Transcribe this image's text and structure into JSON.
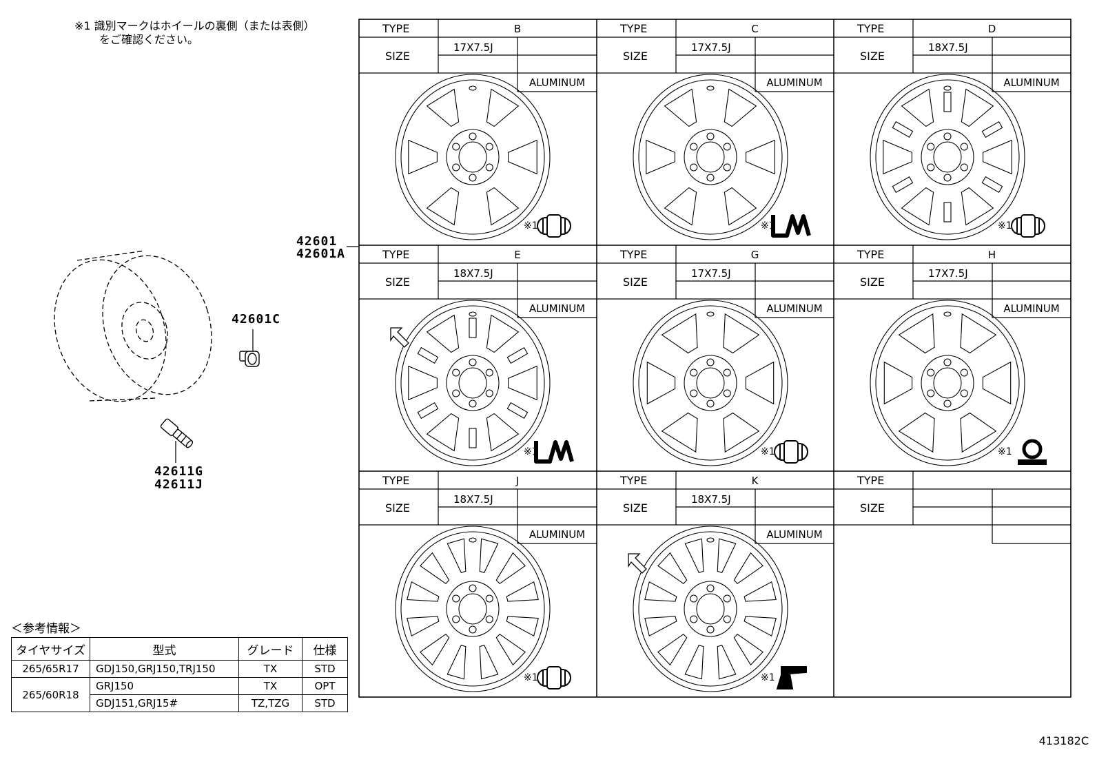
{
  "note": {
    "line1": "※1 識別マークはホイールの裏側（または表側）",
    "line2": "をご確認ください。"
  },
  "parts": {
    "wheel": "42601",
    "wheel_alt": "42601A",
    "nut": "42601C",
    "valve": "42611G",
    "valve_alt": "42611J"
  },
  "grid": {
    "type_label": "TYPE",
    "size_label": "SIZE",
    "mark_ref": "※1",
    "cells": [
      {
        "type": "B",
        "size": "17X7.5J",
        "material": "ALUMINUM",
        "design": "spoke6",
        "mark": "pill"
      },
      {
        "type": "C",
        "size": "17X7.5J",
        "material": "ALUMINUM",
        "design": "spoke6",
        "mark": "lm"
      },
      {
        "type": "D",
        "size": "18X7.5J",
        "material": "ALUMINUM",
        "design": "spoke6slot",
        "mark": "pill"
      },
      {
        "type": "E",
        "size": "18X7.5J",
        "material": "ALUMINUM",
        "design": "spoke6slot",
        "mark": "lm",
        "arrow": true
      },
      {
        "type": "G",
        "size": "17X7.5J",
        "material": "ALUMINUM",
        "design": "spoke6wide",
        "mark": "pill"
      },
      {
        "type": "H",
        "size": "17X7.5J",
        "material": "ALUMINUM",
        "design": "spoke6wide",
        "mark": "bump"
      },
      {
        "type": "J",
        "size": "18X7.5J",
        "material": "ALUMINUM",
        "design": "spoke12",
        "mark": "pill"
      },
      {
        "type": "K",
        "size": "18X7.5J",
        "material": "ALUMINUM",
        "design": "spoke12",
        "mark": "boot",
        "arrow": true
      },
      {
        "type": "",
        "size": "",
        "material": "",
        "design": "",
        "mark": ""
      }
    ]
  },
  "reference": {
    "title": "＜参考情報＞",
    "headers": [
      "タイヤサイズ",
      "型式",
      "グレード",
      "仕様"
    ],
    "rows": [
      {
        "tire": "265/65R17",
        "model": "GDJ150,GRJ150,TRJ150",
        "grade": "TX",
        "spec": "STD"
      },
      {
        "tire": "265/60R18",
        "model": "GRJ150",
        "grade": "TX",
        "spec": "OPT"
      },
      {
        "tire": "",
        "model": "GDJ151,GRJ15#",
        "grade": "TZ,TZG",
        "spec": "STD"
      }
    ]
  },
  "doc_id": "413182C"
}
